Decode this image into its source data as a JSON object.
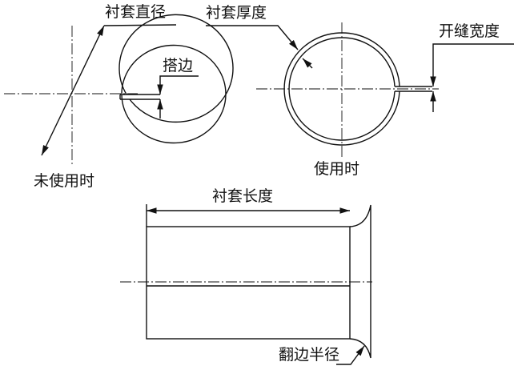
{
  "labels": {
    "liner_diameter": "衬套直径",
    "lap_edge": "搭边",
    "unused_state": "未使用时",
    "liner_thickness": "衬套厚度",
    "slit_width": "开缝宽度",
    "in_use_state": "使用时",
    "liner_length": "衬套长度",
    "flange_radius": "翻边半径"
  }
}
